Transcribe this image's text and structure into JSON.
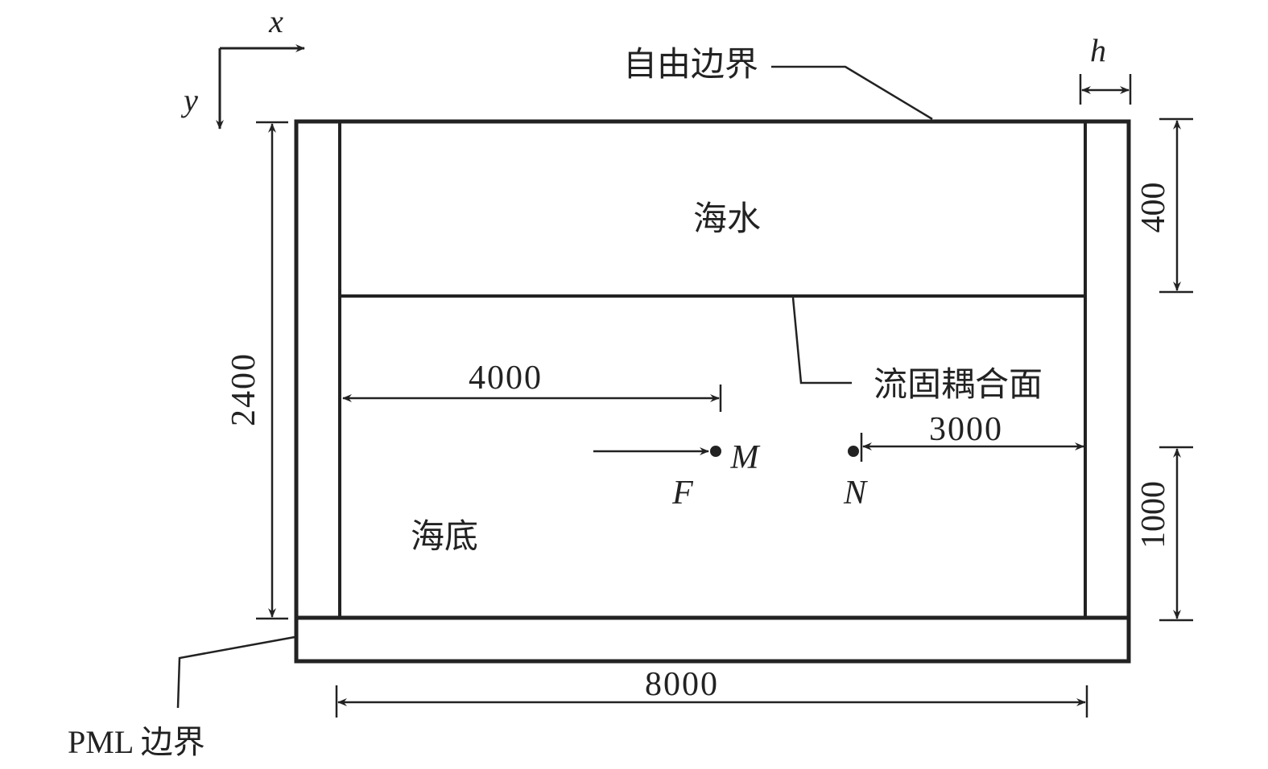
{
  "axes": {
    "x_label": "x",
    "y_label": "y"
  },
  "labels": {
    "free_boundary": "自由边界",
    "h": "h",
    "seawater": "海水",
    "interface": "流固耦合面",
    "seabed": "海底",
    "pml_boundary": "PML 边界",
    "point_m": "M",
    "point_n": "N",
    "force_f": "F"
  },
  "dimensions": {
    "total_height": "2400",
    "water_depth": "400",
    "n_height": "1000",
    "m_offset": "4000",
    "n_offset": "3000",
    "width": "8000"
  }
}
